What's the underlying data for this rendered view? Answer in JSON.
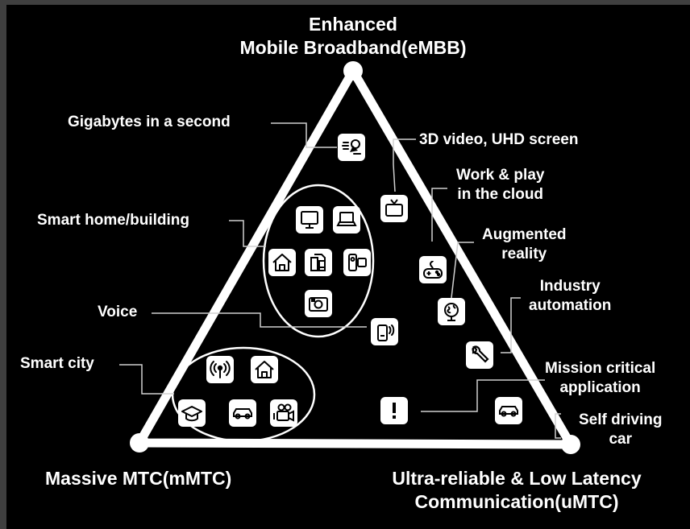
{
  "vertices": {
    "top": [
      "Enhanced",
      "Mobile Broadband(eMBB)"
    ],
    "bottom_left": "Massive MTC(mMTC)",
    "bottom_right": [
      "Ultra-reliable & Low Latency",
      "Communication(uMTC)"
    ]
  },
  "labels": {
    "gigabytes": "Gigabytes in a second",
    "video_3d": "3D video, UHD screen",
    "work_play": [
      "Work & play",
      "in the cloud"
    ],
    "smart_home": "Smart home/building",
    "augmented": [
      "Augmented",
      "reality"
    ],
    "industry": [
      "Industry",
      "automation"
    ],
    "voice": "Voice",
    "smart_city": "Smart city",
    "mission": [
      "Mission critical",
      "application"
    ],
    "self_driving": [
      "Self driving",
      "car"
    ]
  },
  "icons": [
    "satellite-dish-icon",
    "tv-icon",
    "gamepad-icon",
    "globe-icon",
    "wrench-icon",
    "exclamation-icon",
    "car-icon",
    "monitor-icon",
    "laptop-icon",
    "house-icon",
    "documents-icon",
    "phone-device-icon",
    "camera-icon",
    "mobile-phone-icon",
    "antenna-icon",
    "house-icon",
    "graduation-cap-icon",
    "car-icon",
    "video-camera-icon"
  ],
  "colors": {
    "background": "#000000",
    "frame": "#3f3f3f",
    "foreground": "#ffffff"
  }
}
